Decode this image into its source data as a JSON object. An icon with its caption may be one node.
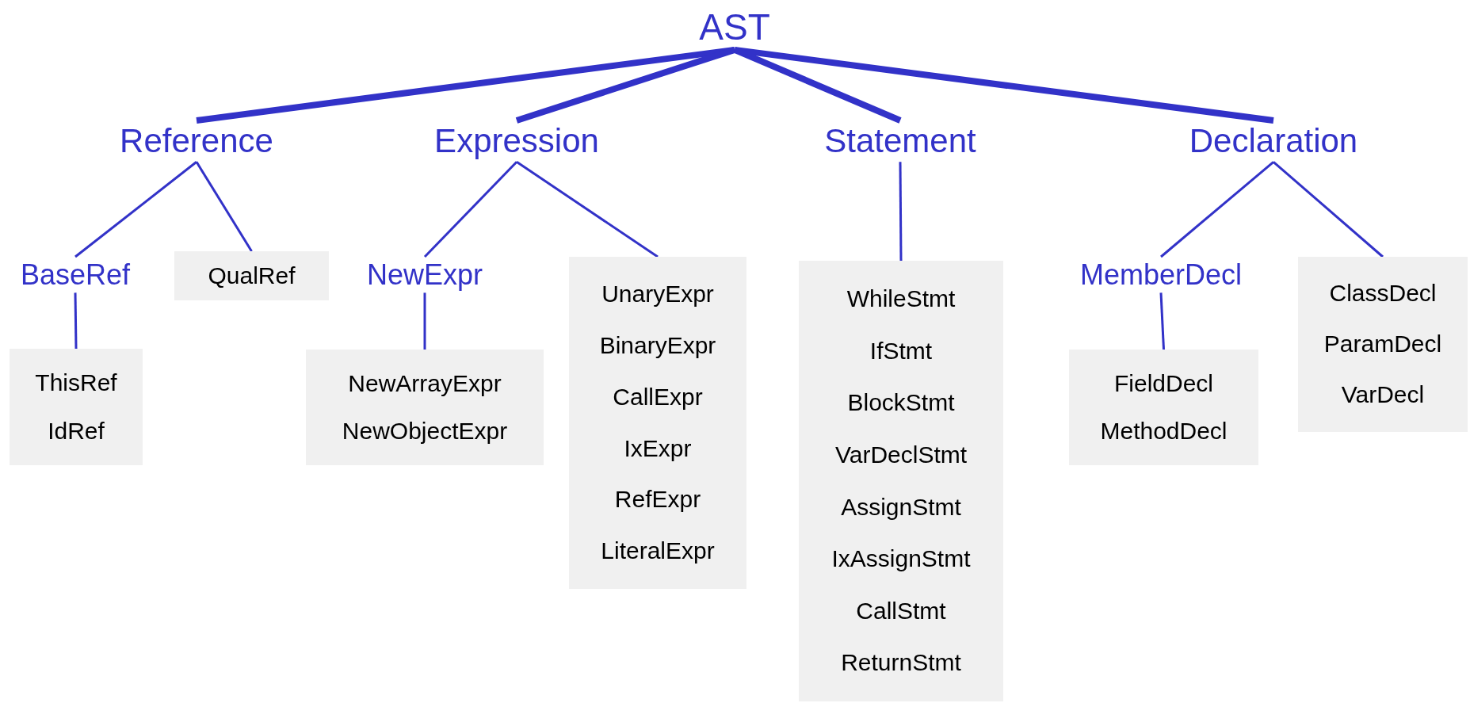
{
  "diagram": {
    "nodes": [
      {
        "text": [
          "AST"
        ]
      },
      {
        "text": [
          "Reference"
        ]
      },
      {
        "text": [
          "Expression"
        ]
      },
      {
        "text": [
          "Statement"
        ]
      },
      {
        "text": [
          "Declaration"
        ]
      },
      {
        "text": [
          "BaseRef"
        ]
      },
      {
        "text": [
          "QualRef"
        ]
      },
      {
        "text": [
          "NewExpr"
        ]
      },
      {
        "text": [
          "UnaryExpr",
          "BinaryExpr",
          "CallExpr",
          "IxExpr",
          "RefExpr",
          "LiteralExpr"
        ]
      },
      {
        "text": [
          "WhileStmt",
          "IfStmt",
          "BlockStmt",
          "VarDeclStmt",
          "AssignStmt",
          "IxAssignStmt",
          "CallStmt",
          "ReturnStmt"
        ]
      },
      {
        "text": [
          "MemberDecl"
        ]
      },
      {
        "text": [
          "ClassDecl",
          "ParamDecl",
          "VarDecl"
        ]
      },
      {
        "text": [
          "ThisRef",
          "IdRef"
        ]
      },
      {
        "text": [
          "NewArrayExpr",
          "NewObjectExpr"
        ]
      },
      {
        "text": [
          "FieldDecl",
          "MethodDecl"
        ]
      }
    ],
    "edges": [
      {
        "from": 0,
        "to": 1,
        "arrow": "none",
        "style": "thick"
      },
      {
        "from": 0,
        "to": 2,
        "arrow": "none",
        "style": "thick"
      },
      {
        "from": 0,
        "to": 3,
        "arrow": "none",
        "style": "thick"
      },
      {
        "from": 0,
        "to": 4,
        "arrow": "none",
        "style": "thick"
      },
      {
        "from": 1,
        "to": 5,
        "arrow": "none"
      },
      {
        "from": 1,
        "to": 6,
        "arrow": "none"
      },
      {
        "from": 2,
        "to": 7,
        "arrow": "none"
      },
      {
        "from": 2,
        "to": 8,
        "arrow": "none"
      },
      {
        "from": 3,
        "to": 9,
        "arrow": "none"
      },
      {
        "from": 4,
        "to": 10,
        "arrow": "none"
      },
      {
        "from": 4,
        "to": 11,
        "arrow": "none"
      },
      {
        "from": 5,
        "to": 12,
        "arrow": "none"
      },
      {
        "from": 7,
        "to": 13,
        "arrow": "none"
      },
      {
        "from": 10,
        "to": 14,
        "arrow": "none"
      }
    ]
  }
}
